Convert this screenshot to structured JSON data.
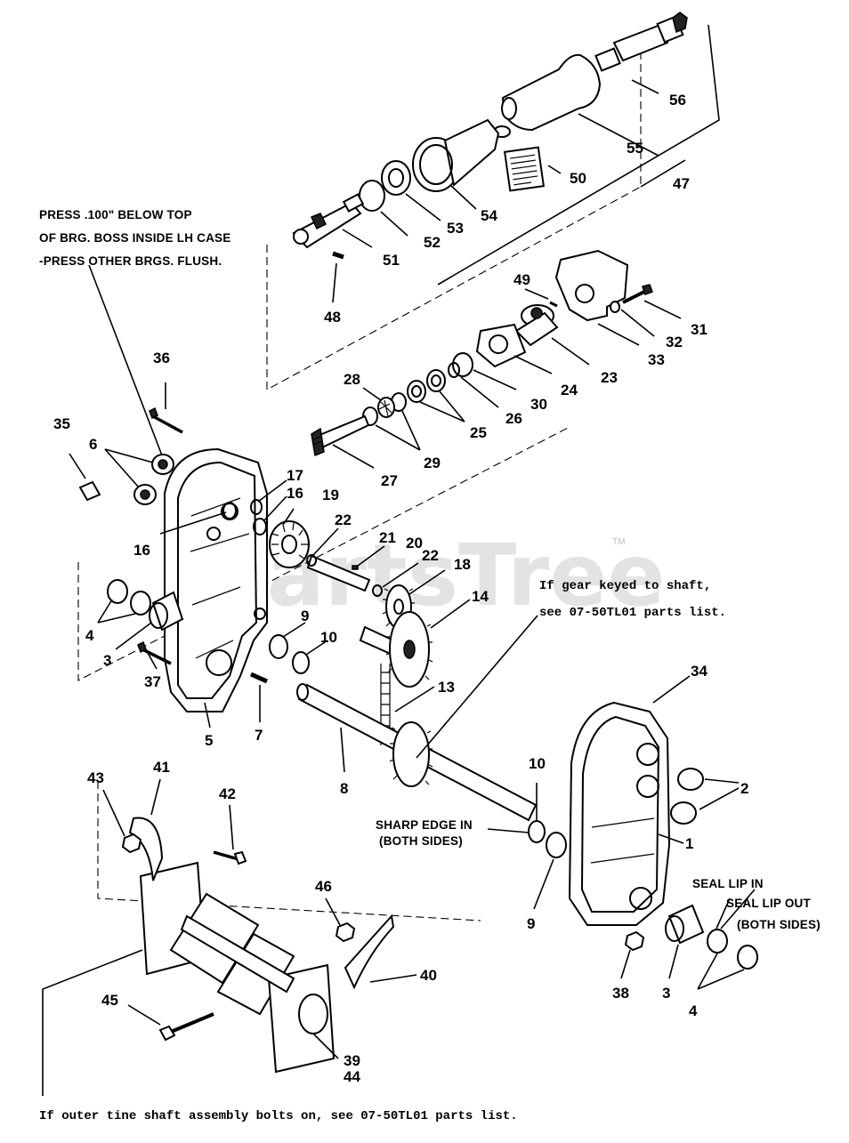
{
  "watermark": "PartsTree",
  "trademark": "TM",
  "notes": {
    "press_line1": "PRESS .100\" BELOW TOP",
    "press_line2": "OF BRG. BOSS INSIDE LH CASE",
    "press_line3": "-PRESS OTHER BRGS. FLUSH.",
    "gear_line1": "If gear keyed to shaft,",
    "gear_line2": "see 07-50TL01 parts list.",
    "sharp_line1": "SHARP EDGE IN",
    "sharp_line2": "(BOTH SIDES)",
    "seal_in": "SEAL LIP IN",
    "seal_out_line1": "SEAL LIP OUT",
    "seal_out_line2": "(BOTH SIDES)",
    "footer": "If outer tine shaft assembly bolts on, see 07-50TL01 parts list."
  },
  "callouts": {
    "c56": "56",
    "c55": "55",
    "c47": "47",
    "c50": "50",
    "c54": "54",
    "c53": "53",
    "c52": "52",
    "c51": "51",
    "c48": "48",
    "c49": "49",
    "c31": "31",
    "c32": "32",
    "c33": "33",
    "c23": "23",
    "c24": "24",
    "c30": "30",
    "c26": "26",
    "c25": "25",
    "c28": "28",
    "c29": "29",
    "c27": "27",
    "c36": "36",
    "c35": "35",
    "c6": "6",
    "c17": "17",
    "c16a": "16",
    "c16b": "16",
    "c19": "19",
    "c22a": "22",
    "c21": "21",
    "c20": "20",
    "c22b": "22",
    "c18": "18",
    "c14": "14",
    "c4a": "4",
    "c3a": "3",
    "c37": "37",
    "c9a": "9",
    "c10a": "10",
    "c5": "5",
    "c7": "7",
    "c13": "13",
    "c8": "8",
    "c34": "34",
    "c2": "2",
    "c1": "1",
    "c10b": "10",
    "c9b": "9",
    "c41": "41",
    "c43": "43",
    "c42": "42",
    "c46": "46",
    "c40": "40",
    "c45": "45",
    "c39": "39",
    "c44": "44",
    "c38": "38",
    "c3b": "3",
    "c4b": "4"
  }
}
